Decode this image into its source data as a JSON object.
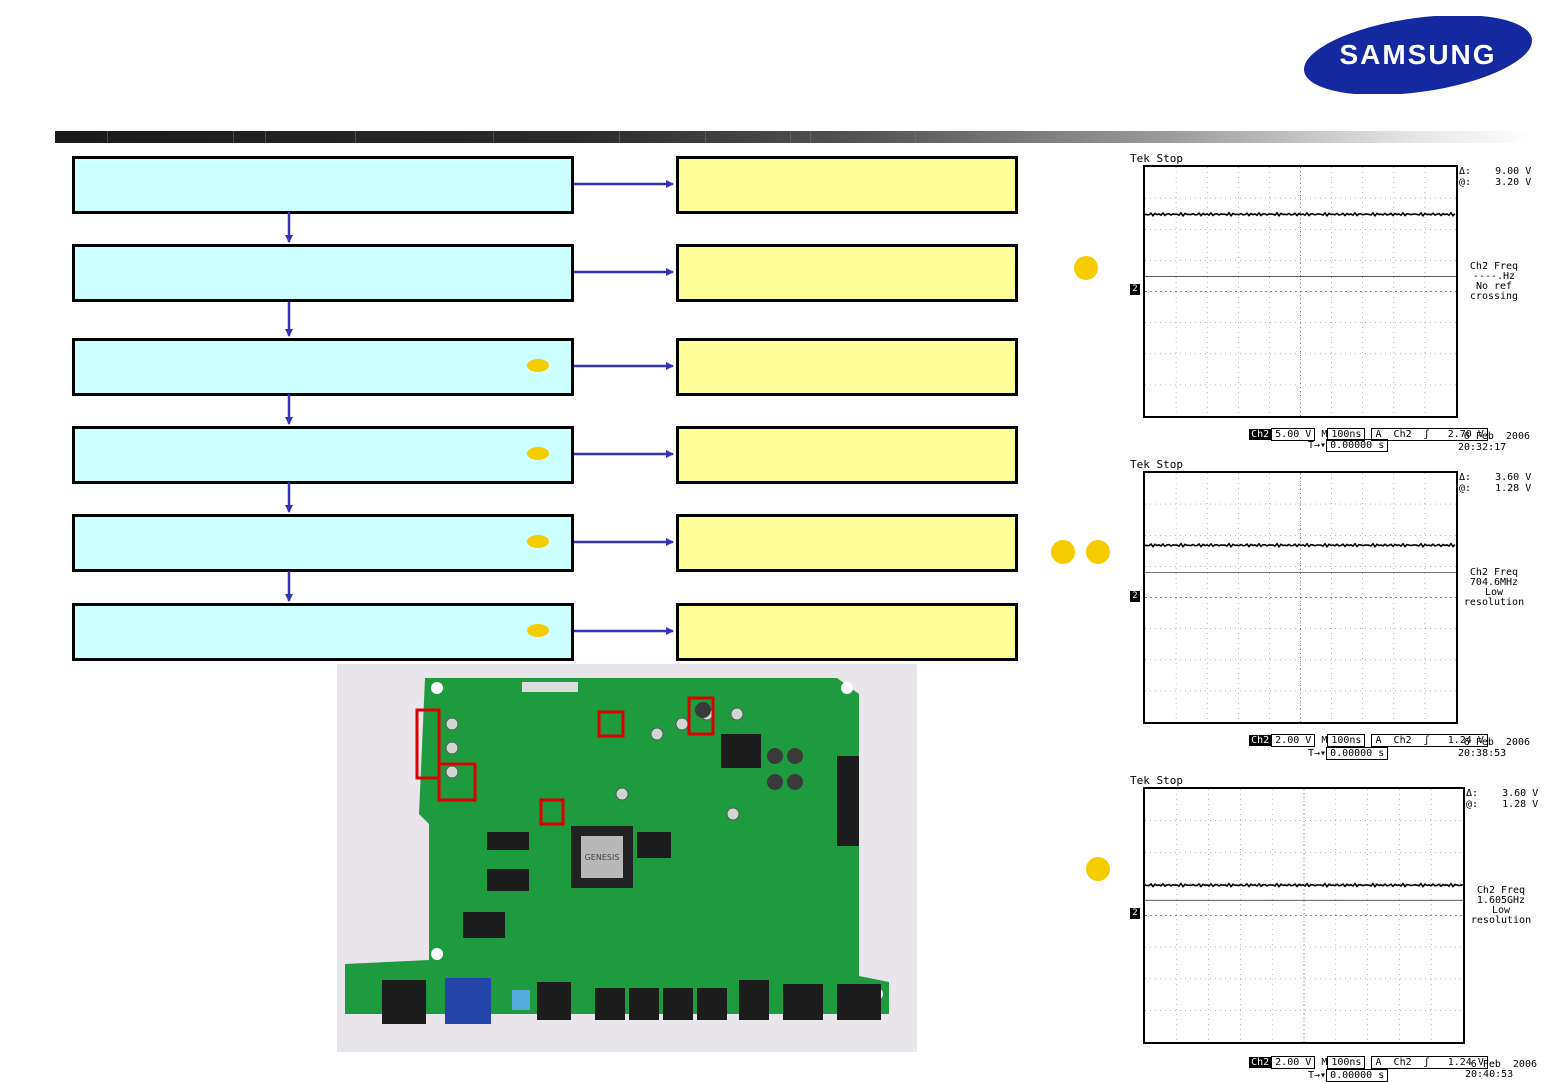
{
  "logo": {
    "text": "SAMSUNG"
  },
  "colors": {
    "flow_box": "#ccffff",
    "result_box": "#ffff99",
    "arrow": "#3333bb",
    "marker": "#f5cc00",
    "pcb": "#1f9b3f",
    "highlight": "#dd0000"
  },
  "scopes": [
    {
      "brand": "Tek",
      "status": "Stop",
      "delta": "Δ:    9.00 V",
      "at": "@:    3.20 V",
      "freq": [
        "Ch2 Freq",
        "----.Hz",
        "No ref",
        "crossing"
      ],
      "channel": "Ch2",
      "volts_div": "5.00 V",
      "time_prefix": "M",
      "time_div": "100ns",
      "trigger": "A  Ch2  ʃ   2.70 V",
      "trigger_pos": "0.00000 s",
      "date": "6 Feb  2006",
      "time": "20:32:17"
    },
    {
      "brand": "Tek",
      "status": "Stop",
      "delta": "Δ:    3.60 V",
      "at": "@:    1.28 V",
      "freq": [
        "Ch2 Freq",
        "704.6MHz",
        "Low",
        "resolution"
      ],
      "channel": "Ch2",
      "volts_div": "2.00 V",
      "time_prefix": "M",
      "time_div": "100ns",
      "trigger": "A  Ch2  ʃ   1.24 V",
      "trigger_pos": "0.00000 s",
      "date": "6 Feb  2006",
      "time": "20:38:53"
    },
    {
      "brand": "Tek",
      "status": "Stop",
      "delta": "Δ:    3.60 V",
      "at": "@:    1.28 V",
      "freq": [
        "Ch2 Freq",
        "1.605GHz",
        "Low",
        "resolution"
      ],
      "channel": "Ch2",
      "volts_div": "2.00 V",
      "time_prefix": "M",
      "time_div": "100ns",
      "trigger": "A  Ch2  ʃ   1.24 V",
      "trigger_pos": "0.00000 s",
      "date": "6 Feb  2006",
      "time": "20:40:53"
    }
  ],
  "board_chip_label": "GENESIS"
}
